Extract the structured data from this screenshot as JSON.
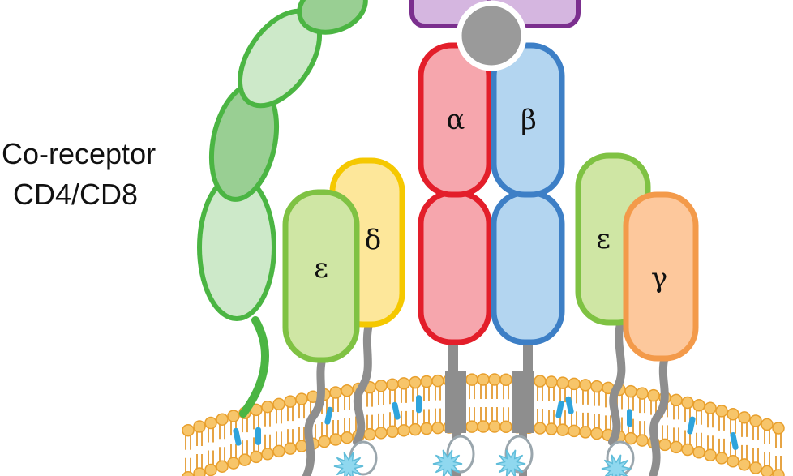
{
  "coreceptor_label_line1": "Co-receptor",
  "coreceptor_label_line2": "CD4/CD8",
  "chains": {
    "alpha": "α",
    "beta": "β",
    "delta": "δ",
    "gamma": "γ",
    "epsilon_left": "ε",
    "epsilon_right": "ε"
  },
  "colors": {
    "alpha_fill": "#f6a6ad",
    "alpha_stroke": "#e31e2a",
    "beta_fill": "#b3d5f0",
    "beta_stroke": "#3d7fc6",
    "delta_fill": "#fde79a",
    "delta_stroke": "#f5c800",
    "gamma_fill": "#fdc89c",
    "gamma_stroke": "#f39a4a",
    "epsilon_fill": "#cfe6a4",
    "epsilon_stroke": "#7fc243",
    "coreceptor_light": "#cde9c9",
    "coreceptor_dark": "#99cf93",
    "coreceptor_stroke": "#4bb543",
    "membrane_head": "#f7c56a",
    "membrane_head_stroke": "#e89f2c",
    "membrane_tail": "#e6a445",
    "cholesterol": "#2fa4dc",
    "tail_gray": "#8e8e8e",
    "mhc_fill": "#d5b6e0",
    "mhc_stroke": "#7b2f8e",
    "antigen": "#9a9a9a",
    "itam": "#8fd8ef"
  }
}
